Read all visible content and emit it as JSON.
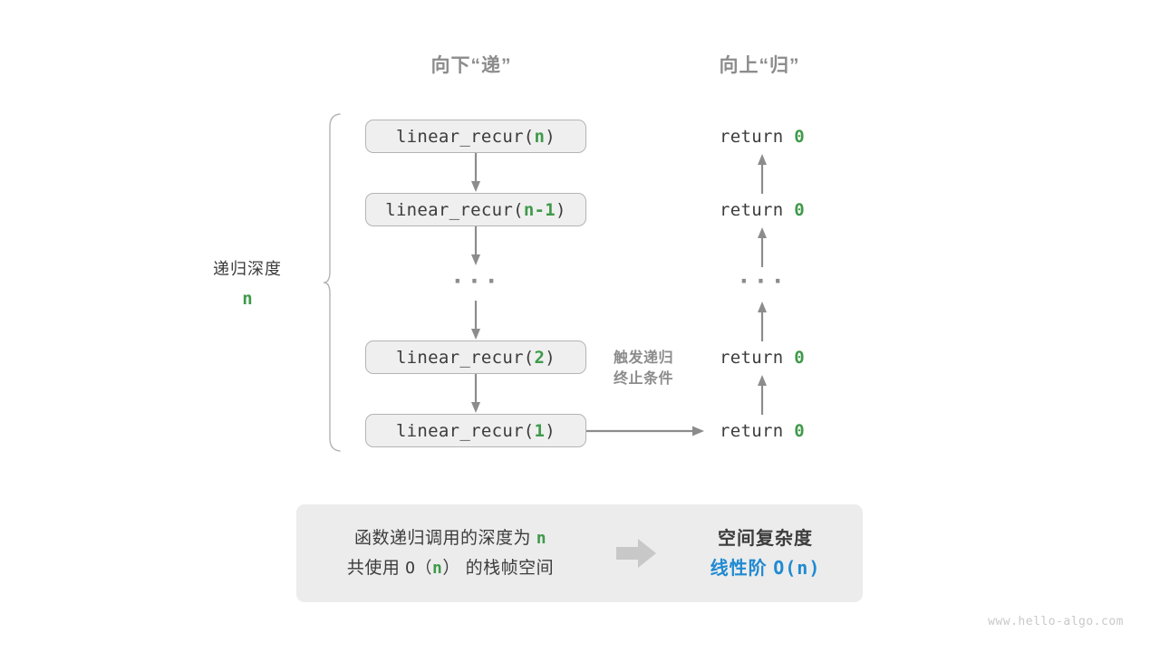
{
  "headings": {
    "down": "向下“递”",
    "up": "向上“归”"
  },
  "depth_annotation": {
    "label": "递归深度",
    "value": "n"
  },
  "mid_annotation": {
    "line1": "触发递归",
    "line2": "终止条件"
  },
  "call_stack": {
    "frames": [
      {
        "prefix": "linear_recur(",
        "arg": "n",
        "suffix": ")"
      },
      {
        "prefix": "linear_recur(",
        "arg": "n-1",
        "suffix": ")"
      },
      {
        "prefix": "linear_recur(",
        "arg": "2",
        "suffix": ")"
      },
      {
        "prefix": "linear_recur(",
        "arg": "1",
        "suffix": ")"
      }
    ],
    "ellipsis": "···"
  },
  "returns": {
    "items": [
      {
        "keyword": "return ",
        "value": "0"
      },
      {
        "keyword": "return ",
        "value": "0"
      },
      {
        "keyword": "return ",
        "value": "0"
      },
      {
        "keyword": "return ",
        "value": "0"
      }
    ],
    "ellipsis": "···"
  },
  "summary": {
    "left_line1_a": "函数递归调用的深度为 ",
    "left_line1_n": "n",
    "left_line2_a": "共使用 ",
    "left_line2_o": "O（",
    "left_line2_n": "n",
    "left_line2_c": "）",
    "left_line2_b": " 的栈帧空间",
    "arrow_icon": "right-block-arrow-icon",
    "right_title": "空间复杂度",
    "right_value_label": "线性阶 ",
    "right_value_expr_a": "O(",
    "right_value_expr_n": "n",
    "right_value_expr_b": ")"
  },
  "watermark": "www.hello-algo.com",
  "colors": {
    "green": "#3f9a4a",
    "blue": "#1f8ad2",
    "gray_line": "#8c8c8c",
    "box_fill": "#efefef",
    "box_border": "#b4b4b4",
    "panel_fill": "#ececec",
    "text_dark": "#3c3c3c",
    "text_gray": "#8c8c8c"
  }
}
